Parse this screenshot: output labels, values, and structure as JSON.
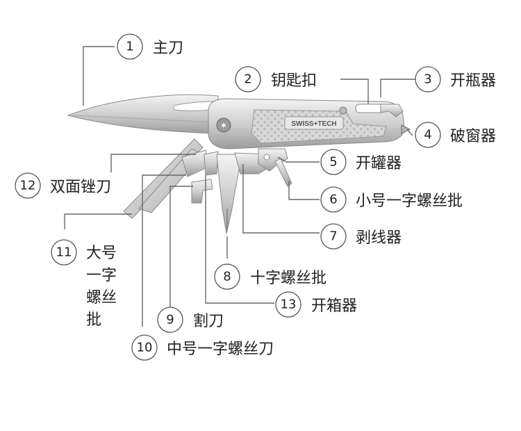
{
  "brand": "SWISS+TECH",
  "callouts": [
    {
      "num": "1",
      "label": "主刀"
    },
    {
      "num": "2",
      "label": "钥匙扣"
    },
    {
      "num": "3",
      "label": "开瓶器"
    },
    {
      "num": "4",
      "label": "破窗器"
    },
    {
      "num": "5",
      "label": "开罐器"
    },
    {
      "num": "6",
      "label": "小号一字螺丝批"
    },
    {
      "num": "7",
      "label": "剥线器"
    },
    {
      "num": "8",
      "label": "十字螺丝批"
    },
    {
      "num": "9",
      "label": "割刀"
    },
    {
      "num": "10",
      "label": "中号一字螺丝刀"
    },
    {
      "num": "11",
      "label_lines": [
        "大号",
        "一字",
        "螺丝",
        "批"
      ]
    },
    {
      "num": "12",
      "label": "双面锉刀"
    },
    {
      "num": "13",
      "label": "开箱器"
    }
  ]
}
